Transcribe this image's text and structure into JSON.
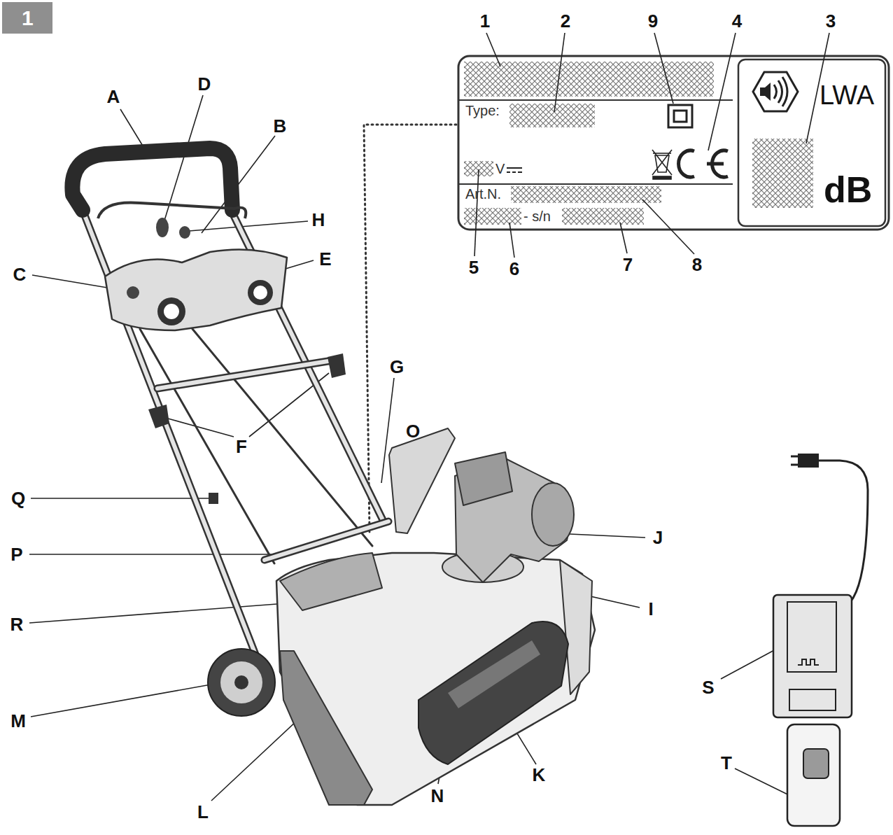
{
  "diagram": {
    "nodes": [
      {
        "text": [
          "1"
        ]
      },
      {
        "text": [
          "Type:",
          "V",
          "Art.N.",
          "- s/n"
        ]
      },
      {
        "text": [
          "LWA",
          "dB"
        ],
        "in": 1
      }
    ],
    "labels": [
      "A",
      "D",
      "B",
      "H",
      "C",
      "E",
      "G",
      "O",
      "F",
      "Q",
      "P",
      "J",
      "I",
      "R",
      "M",
      "S",
      "T",
      "K",
      "N",
      "L",
      "1",
      "2",
      "9",
      "4",
      "3",
      "5",
      "6",
      "7",
      "8"
    ]
  }
}
